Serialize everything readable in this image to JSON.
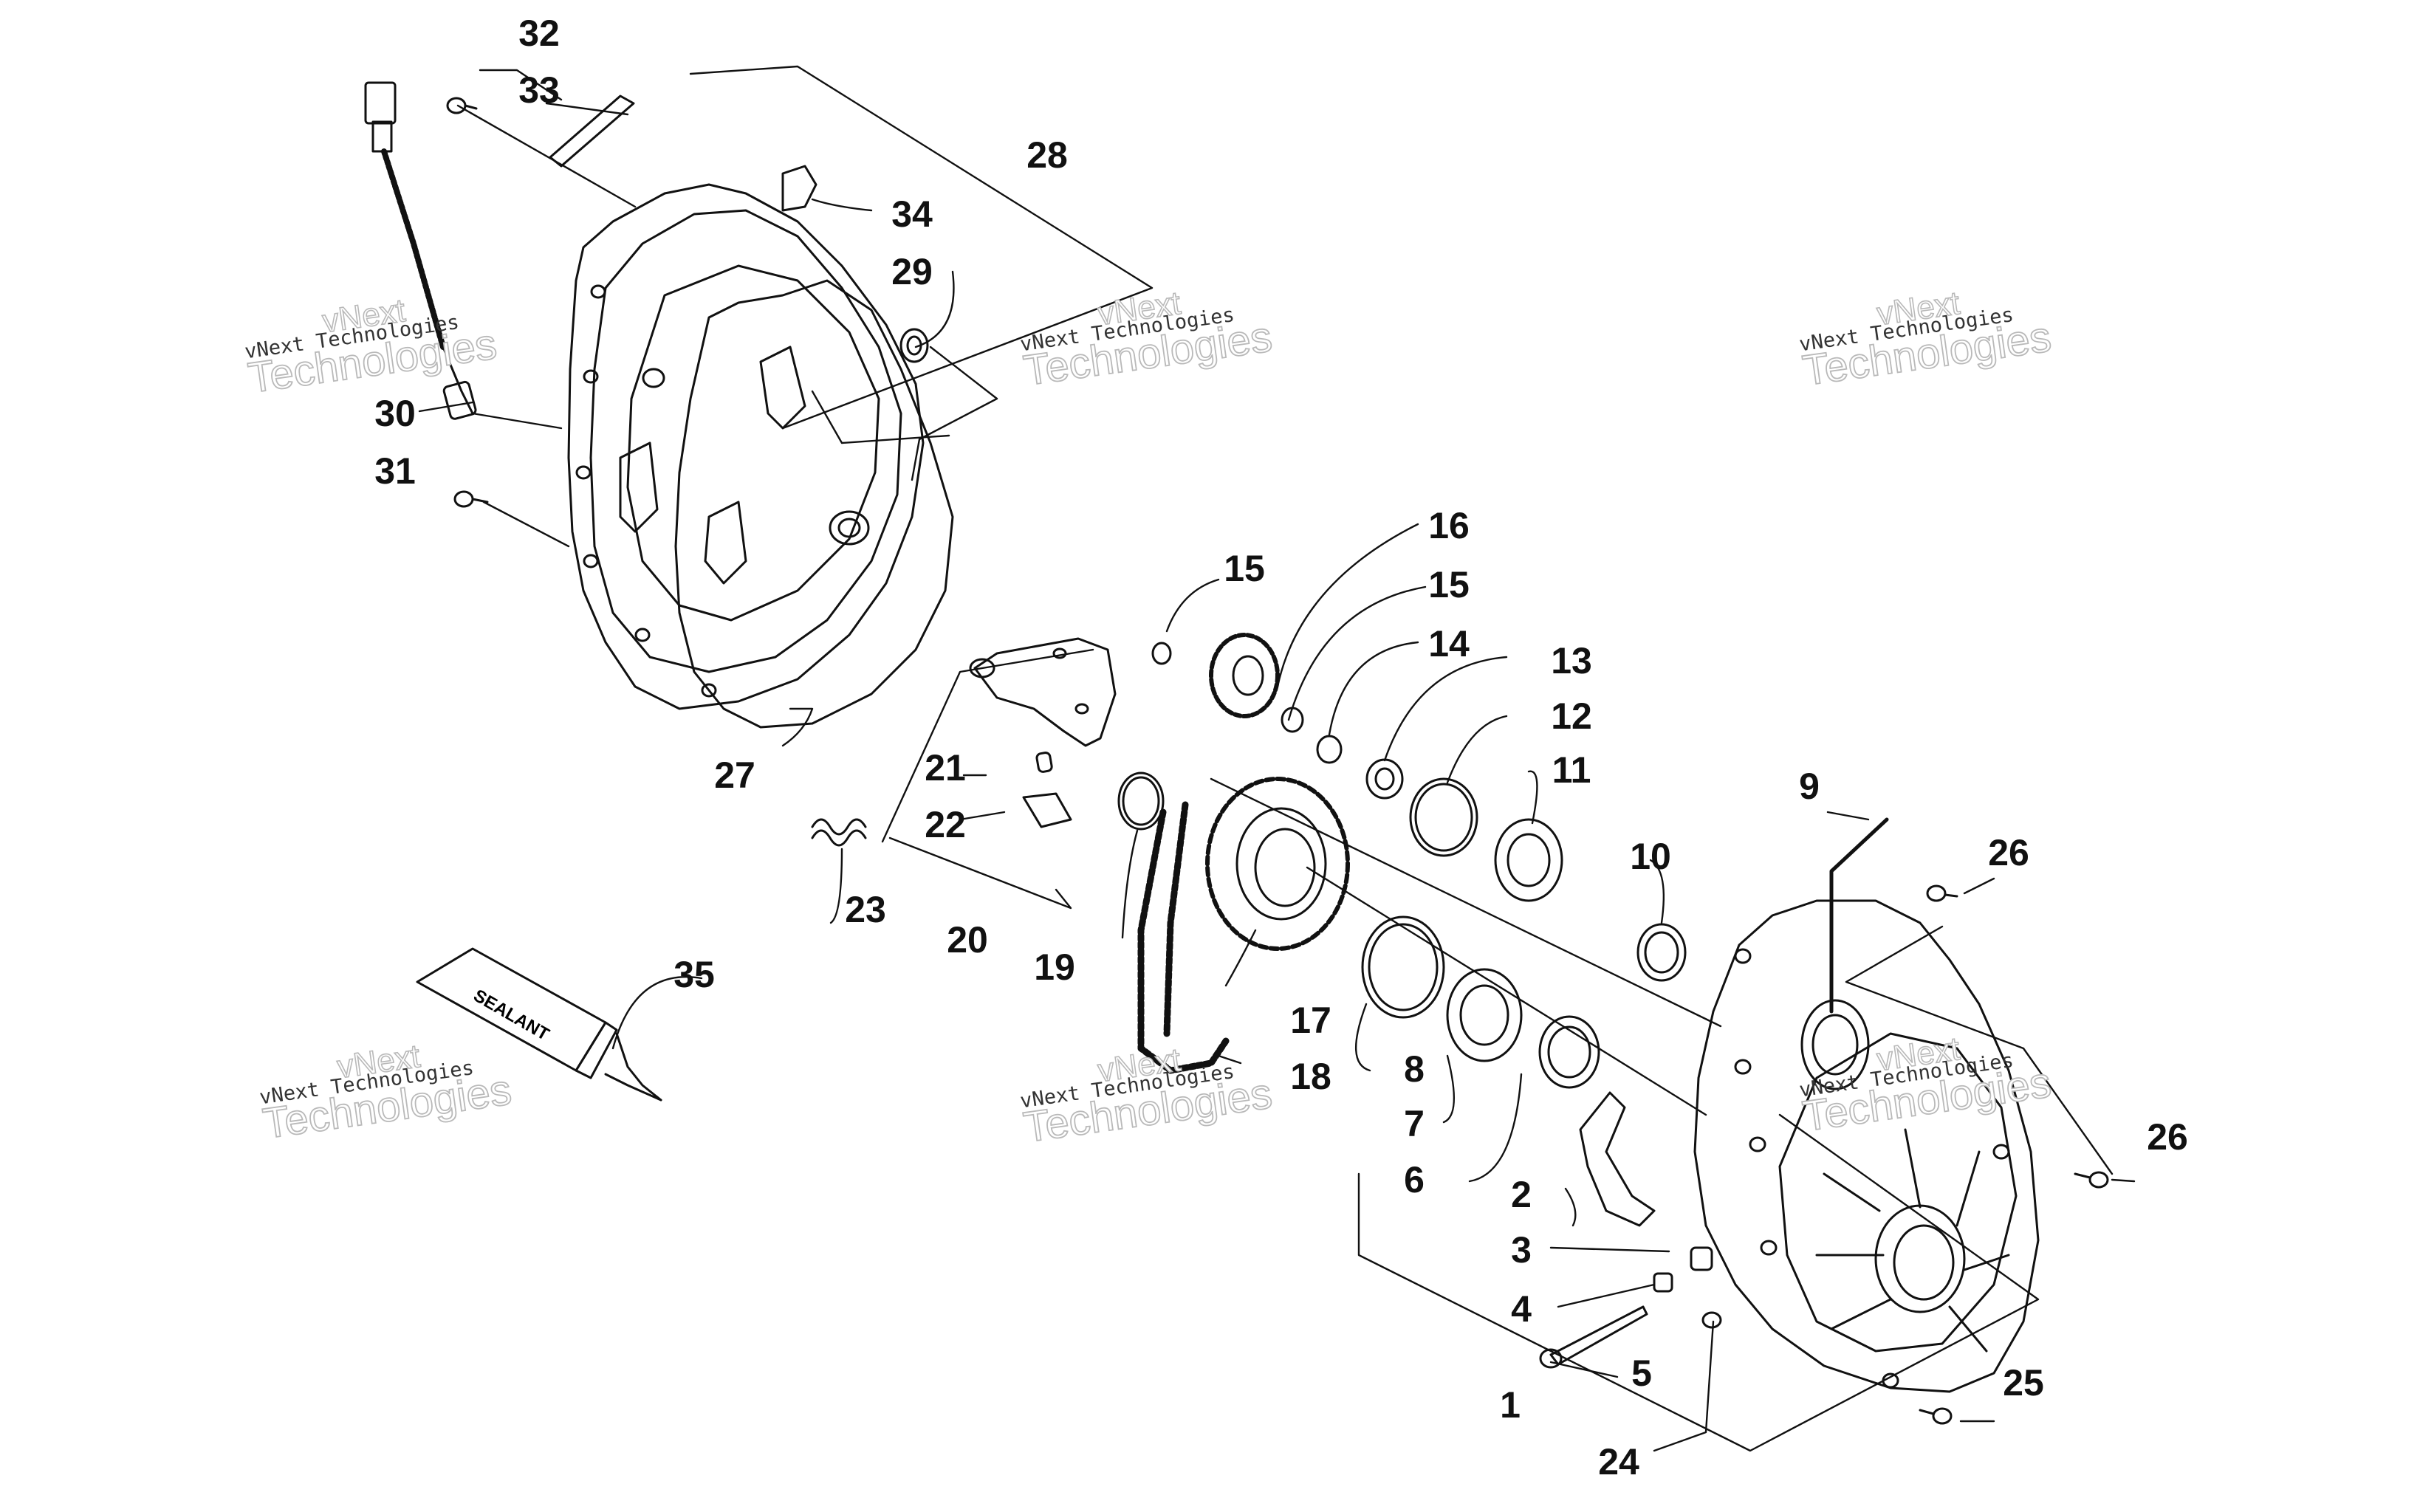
{
  "callouts": {
    "c1": "1",
    "c2": "2",
    "c3": "3",
    "c4": "4",
    "c5": "5",
    "c6": "6",
    "c7": "7",
    "c8": "8",
    "c9": "9",
    "c10": "10",
    "c11": "11",
    "c12": "12",
    "c13": "13",
    "c14": "14",
    "c15a": "15",
    "c15b": "15",
    "c16": "16",
    "c17": "17",
    "c18": "18",
    "c19": "19",
    "c20": "20",
    "c21": "21",
    "c22": "22",
    "c23": "23",
    "c24": "24",
    "c25": "25",
    "c26a": "26",
    "c26b": "26",
    "c27": "27",
    "c28": "28",
    "c29": "29",
    "c30": "30",
    "c31": "31",
    "c32": "32",
    "c33": "33",
    "c34": "34",
    "c35": "35"
  },
  "watermark": {
    "line1": "vNext",
    "line2": "vNext Technologies",
    "line3": "Technologies"
  },
  "sealant_label": "SEALANT"
}
